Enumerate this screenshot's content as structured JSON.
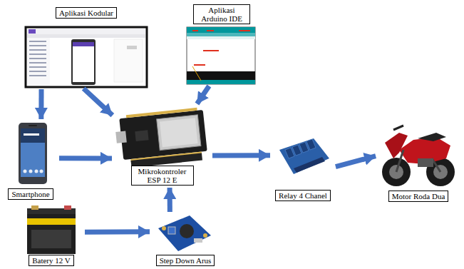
{
  "diagram": {
    "nodes": [
      {
        "text": [
          "Aplikasi Kodular"
        ]
      },
      {
        "text": [
          "Aplikasi Arduino IDE"
        ]
      },
      {
        "text": [
          "Smartphone"
        ]
      },
      {
        "text": [
          "Mikrokontroler ESP 12 E"
        ]
      },
      {
        "text": [
          "Relay 4 Chanel"
        ]
      },
      {
        "text": [
          "Motor Roda Dua"
        ]
      },
      {
        "text": [
          "Batery 12 V"
        ]
      },
      {
        "text": [
          "Step Down Arus"
        ]
      }
    ],
    "edges": [
      {
        "from": 0,
        "to": 2,
        "arrow": "to"
      },
      {
        "from": 0,
        "to": 3,
        "arrow": "to"
      },
      {
        "from": 1,
        "to": 3,
        "arrow": "to"
      },
      {
        "from": 2,
        "to": 3,
        "arrow": "to"
      },
      {
        "from": 3,
        "to": 4,
        "arrow": "to"
      },
      {
        "from": 4,
        "to": 5,
        "arrow": "to"
      },
      {
        "from": 6,
        "to": 7,
        "arrow": "to"
      },
      {
        "from": 7,
        "to": 3,
        "arrow": "to"
      }
    ]
  }
}
